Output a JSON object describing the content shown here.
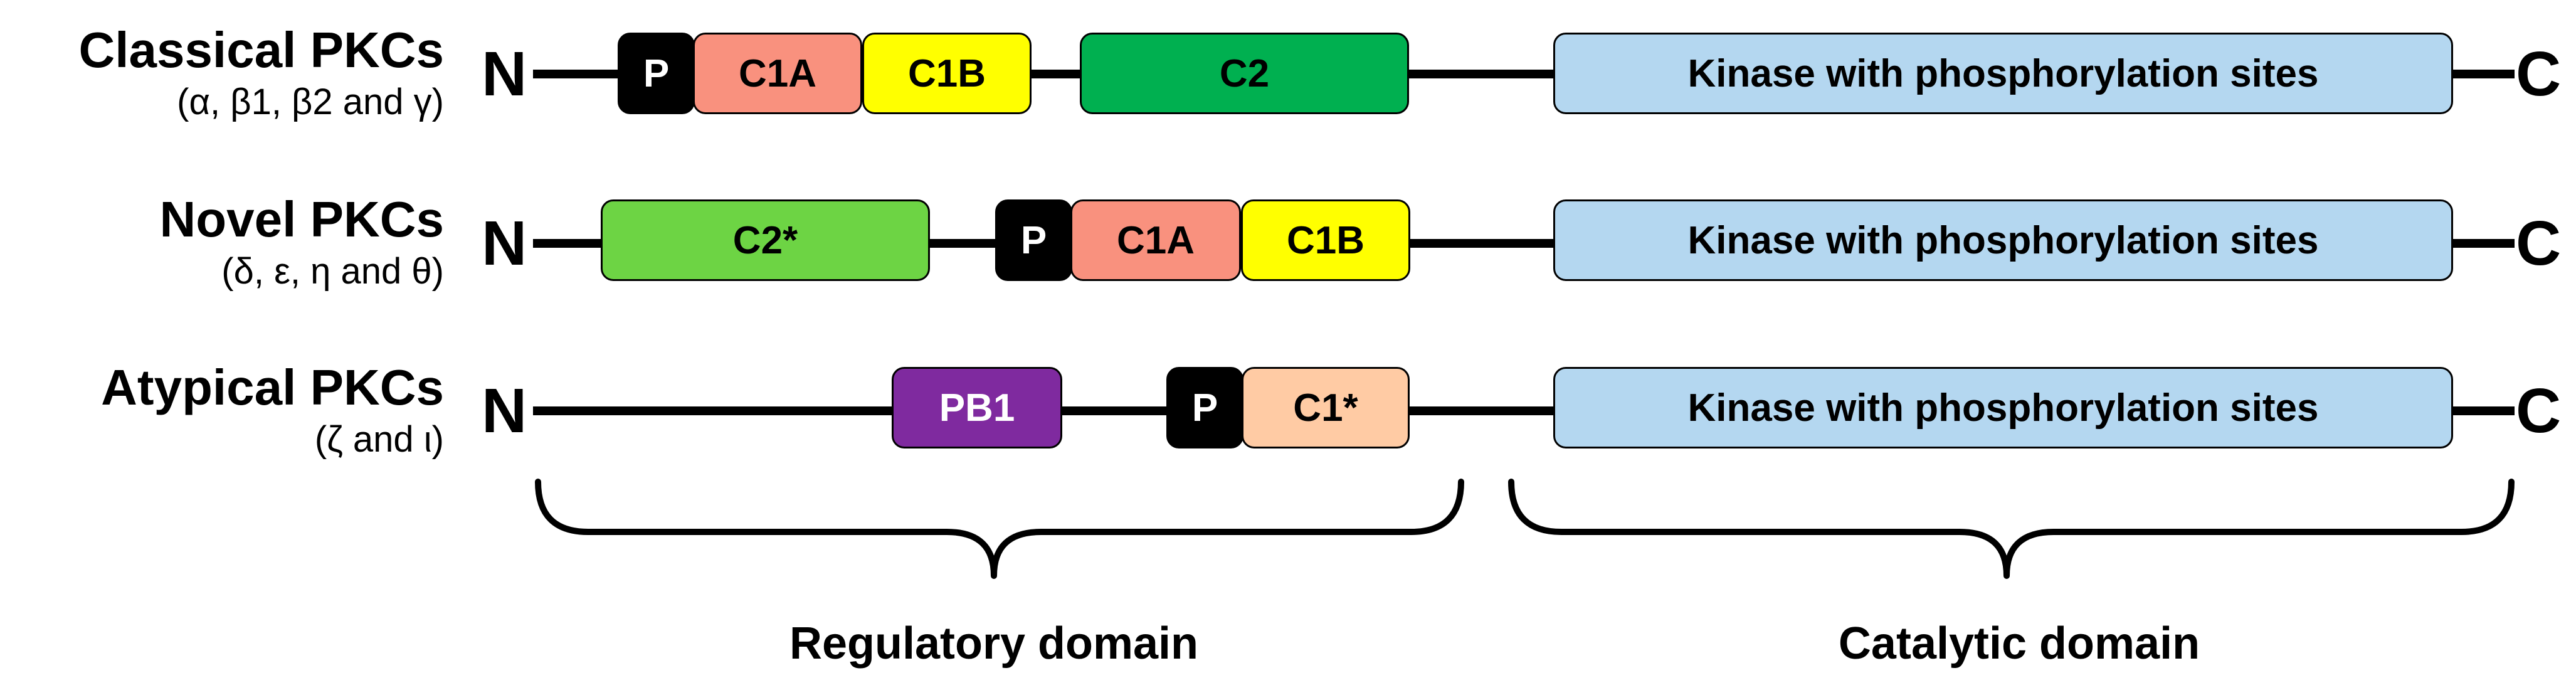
{
  "rows": [
    {
      "title": "Classical PKCs",
      "subtitle": "(α, β1, β2 and γ)",
      "n_terminal": "N",
      "c_terminal": "C",
      "domains": [
        {
          "label": "P",
          "color": "#000000",
          "text_color": "#ffffff"
        },
        {
          "label": "C1A",
          "color": "#F9917E"
        },
        {
          "label": "C1B",
          "color": "#FFFF00"
        },
        {
          "label": "C2",
          "color": "#00B050"
        },
        {
          "label": "Kinase with phosphorylation sites",
          "color": "#B4D7F0"
        }
      ]
    },
    {
      "title": "Novel PKCs",
      "subtitle": "(δ, ε, η and θ)",
      "n_terminal": "N",
      "c_terminal": "C",
      "domains": [
        {
          "label": "C2*",
          "color": "#6DD444"
        },
        {
          "label": "P",
          "color": "#000000",
          "text_color": "#ffffff"
        },
        {
          "label": "C1A",
          "color": "#F9917E"
        },
        {
          "label": "C1B",
          "color": "#FFFF00"
        },
        {
          "label": "Kinase with phosphorylation sites",
          "color": "#B4D7F0"
        }
      ]
    },
    {
      "title": "Atypical PKCs",
      "subtitle": "(ζ and ι)",
      "n_terminal": "N",
      "c_terminal": "C",
      "domains": [
        {
          "label": "PB1",
          "color": "#7F2A9F",
          "text_color": "#ffffff"
        },
        {
          "label": "P",
          "color": "#000000",
          "text_color": "#ffffff"
        },
        {
          "label": "C1*",
          "color": "#FFCBA4"
        },
        {
          "label": "Kinase with phosphorylation sites",
          "color": "#B4D7F0"
        }
      ]
    }
  ],
  "domain_groups": {
    "regulatory": "Regulatory domain",
    "catalytic": "Catalytic domain"
  }
}
